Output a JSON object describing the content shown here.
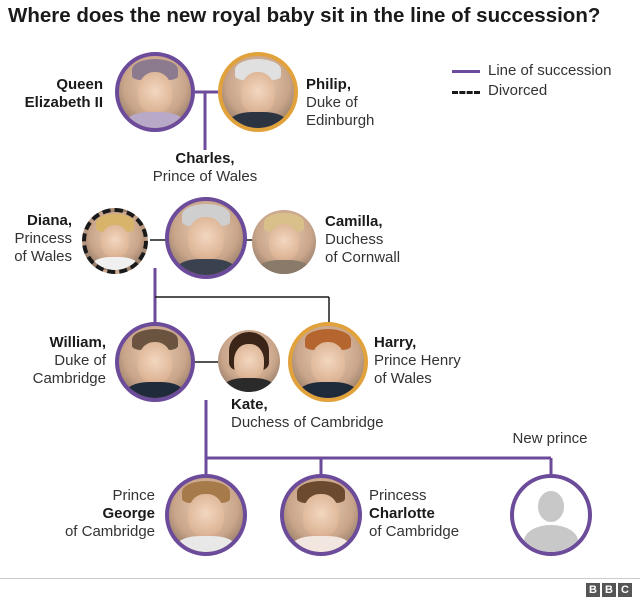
{
  "title": "Where does the new royal baby sit in the line of succession?",
  "legend": {
    "succession": "Line of succession",
    "divorced": "Divorced"
  },
  "colors": {
    "succession_line": "#6b4b9a",
    "spouse_ring": "#e2a23b",
    "connector": "#1a1a1a",
    "divorced_ring": "#1a1a1a"
  },
  "people": {
    "queen": {
      "line1": "Queen",
      "line2": "Elizabeth II"
    },
    "philip": {
      "line1": "Philip,",
      "line2": "Duke of",
      "line3": "Edinburgh"
    },
    "charles": {
      "line1": "Charles,",
      "line2": "Prince of Wales"
    },
    "diana": {
      "line1": "Diana,",
      "line2": "Princess",
      "line3": "of Wales"
    },
    "camilla": {
      "line1": "Camilla,",
      "line2": "Duchess",
      "line3": "of Cornwall"
    },
    "william": {
      "line1": "William,",
      "line2": "Duke of",
      "line3": "Cambridge"
    },
    "kate": {
      "line1": "Kate,",
      "line2": "Duchess of Cambridge"
    },
    "harry": {
      "line1": "Harry,",
      "line2": "Prince Henry",
      "line3": "of Wales"
    },
    "george": {
      "line1": "Prince",
      "line2": "George",
      "line3": "of Cambridge"
    },
    "charlotte": {
      "line1": "Princess",
      "line2": "Charlotte",
      "line3": "of Cambridge"
    },
    "new_prince": {
      "line1": "New prince"
    }
  },
  "branding": {
    "logo": [
      "B",
      "B",
      "C"
    ]
  }
}
